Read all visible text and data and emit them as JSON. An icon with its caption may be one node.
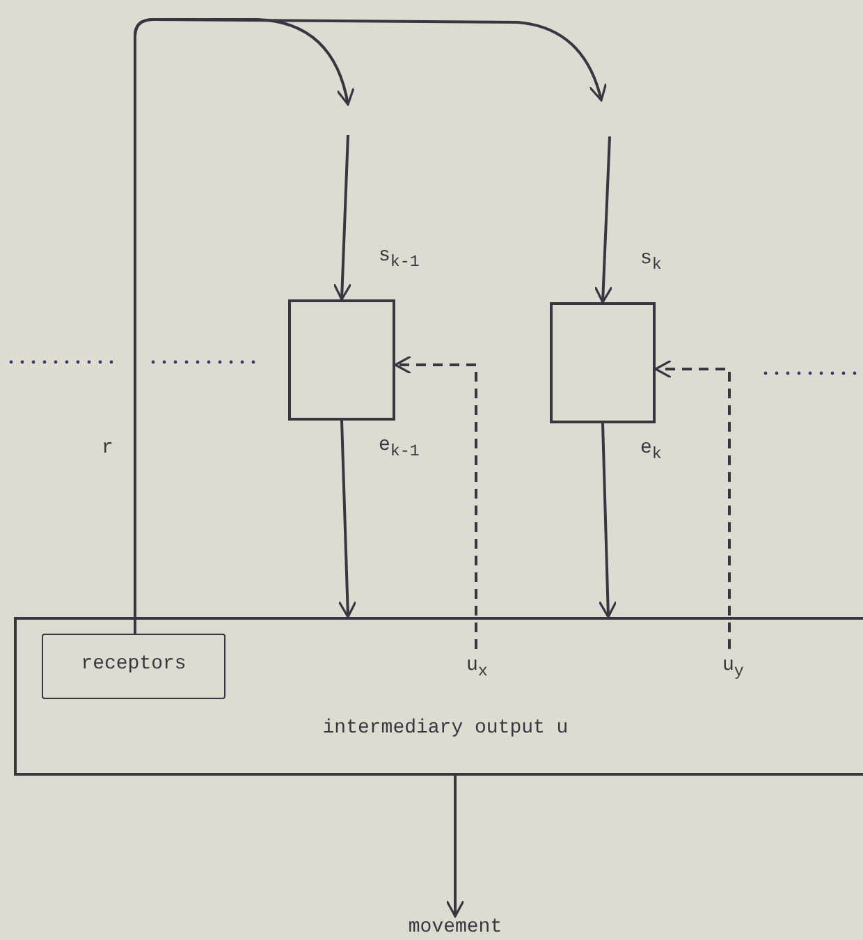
{
  "diagram": {
    "nodes": [
      {
        "text": [
          "intermediary output u"
        ]
      },
      {
        "text": [
          "receptors"
        ],
        "in": 0
      },
      {
        "text": [],
        "shape": "box"
      },
      {
        "text": [],
        "shape": "box"
      },
      {
        "text": [
          "movement"
        ]
      }
    ],
    "edges": [
      {
        "from": 1,
        "to": null,
        "arrow": "to",
        "label": "r"
      },
      {
        "from": 1,
        "to": null,
        "arrow": "to"
      },
      {
        "from": null,
        "to": 2,
        "arrow": "to",
        "label": "s$_{k-1}$"
      },
      {
        "from": null,
        "to": 3,
        "arrow": "to",
        "label": "s$_{k}$"
      },
      {
        "from": 2,
        "to": 0,
        "arrow": "to",
        "label": "e$_{k-1}$"
      },
      {
        "from": 3,
        "to": 0,
        "arrow": "to",
        "label": "e$_{k}$"
      },
      {
        "from": 0,
        "to": 2,
        "arrow": "to",
        "label": "u$_{x}$",
        "style": "dashed"
      },
      {
        "from": 0,
        "to": 3,
        "arrow": "to",
        "label": "u$_{y}$",
        "style": "dashed"
      },
      {
        "from": 0,
        "to": 4,
        "arrow": "to"
      }
    ]
  }
}
